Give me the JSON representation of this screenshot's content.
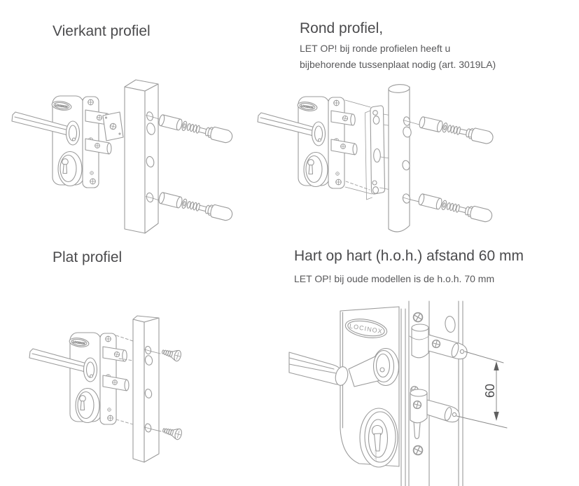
{
  "colors": {
    "background": "#ffffff",
    "line_art": "#9b9b9b",
    "dimension": "#8a8a8a",
    "text": "#4b4b4d"
  },
  "lock": {
    "brand_label": "LOCINOX"
  },
  "panels": {
    "vierkant": {
      "title": "Vierkant profiel"
    },
    "rond": {
      "title": "Rond profiel,",
      "notes": [
        "LET OP! bij ronde profielen heeft u",
        "bijbehorende tussenplaat nodig (art. 3019LA)"
      ]
    },
    "plat": {
      "title": "Plat profiel"
    },
    "hart_op_hart": {
      "title": "Hart op hart (h.o.h.) afstand 60 mm",
      "notes": [
        "LET OP! bij oude modellen is de h.o.h. 70 mm"
      ],
      "dimension_label": "60"
    }
  }
}
